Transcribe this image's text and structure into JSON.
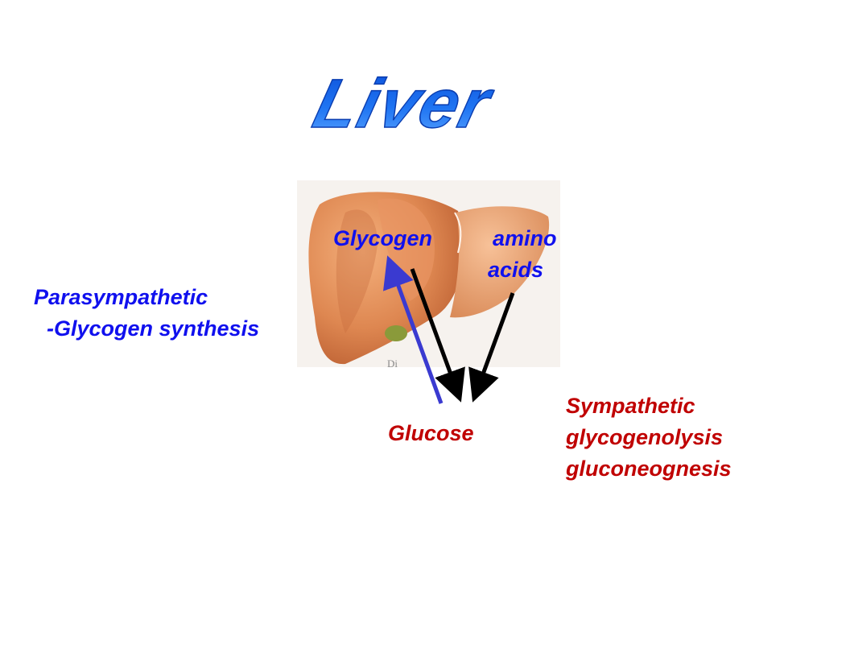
{
  "title": "Liver",
  "labels": {
    "glycogen": "Glycogen",
    "amino_line1": "amino",
    "amino_line2": "acids",
    "parasympathetic": "Parasympathetic",
    "parasympathetic_effect": "-Glycogen synthesis",
    "glucose": "Glucose",
    "sympathetic": "Sympathetic",
    "sympathetic_effect1": "glycogenolysis",
    "sympathetic_effect2": "gluconeognesis"
  },
  "colors": {
    "title_blue": "#1a66ee",
    "label_blue": "#1010ee",
    "label_red": "#c00000",
    "synthesis_arrow": "#3a3ad0",
    "breakdown_arrow": "#000000",
    "liver": "#d9824f"
  }
}
